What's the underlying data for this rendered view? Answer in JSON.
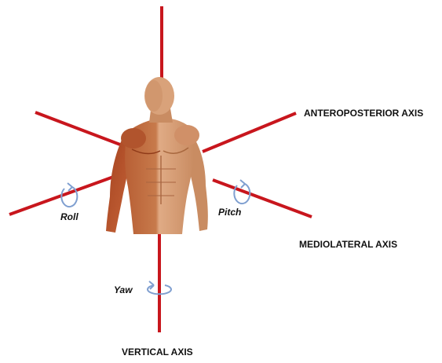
{
  "axes": {
    "anteroposterior": "ANTEROPOSTERIOR AXIS",
    "mediolateral": "MEDIOLATERAL AXIS",
    "vertical": "VERTICAL AXIS"
  },
  "rotations": {
    "roll": "Roll",
    "pitch": "Pitch",
    "yaw": "Yaw"
  },
  "colors": {
    "axis_line": "#c8161d",
    "rotation_arrow": "#7f9fd0",
    "skin": "#d9a27a",
    "muscle": "#b1542d",
    "text": "#111111"
  },
  "icons": {
    "roll": "rotation-arrow-icon",
    "pitch": "rotation-arrow-icon",
    "yaw": "rotation-arrow-icon"
  }
}
